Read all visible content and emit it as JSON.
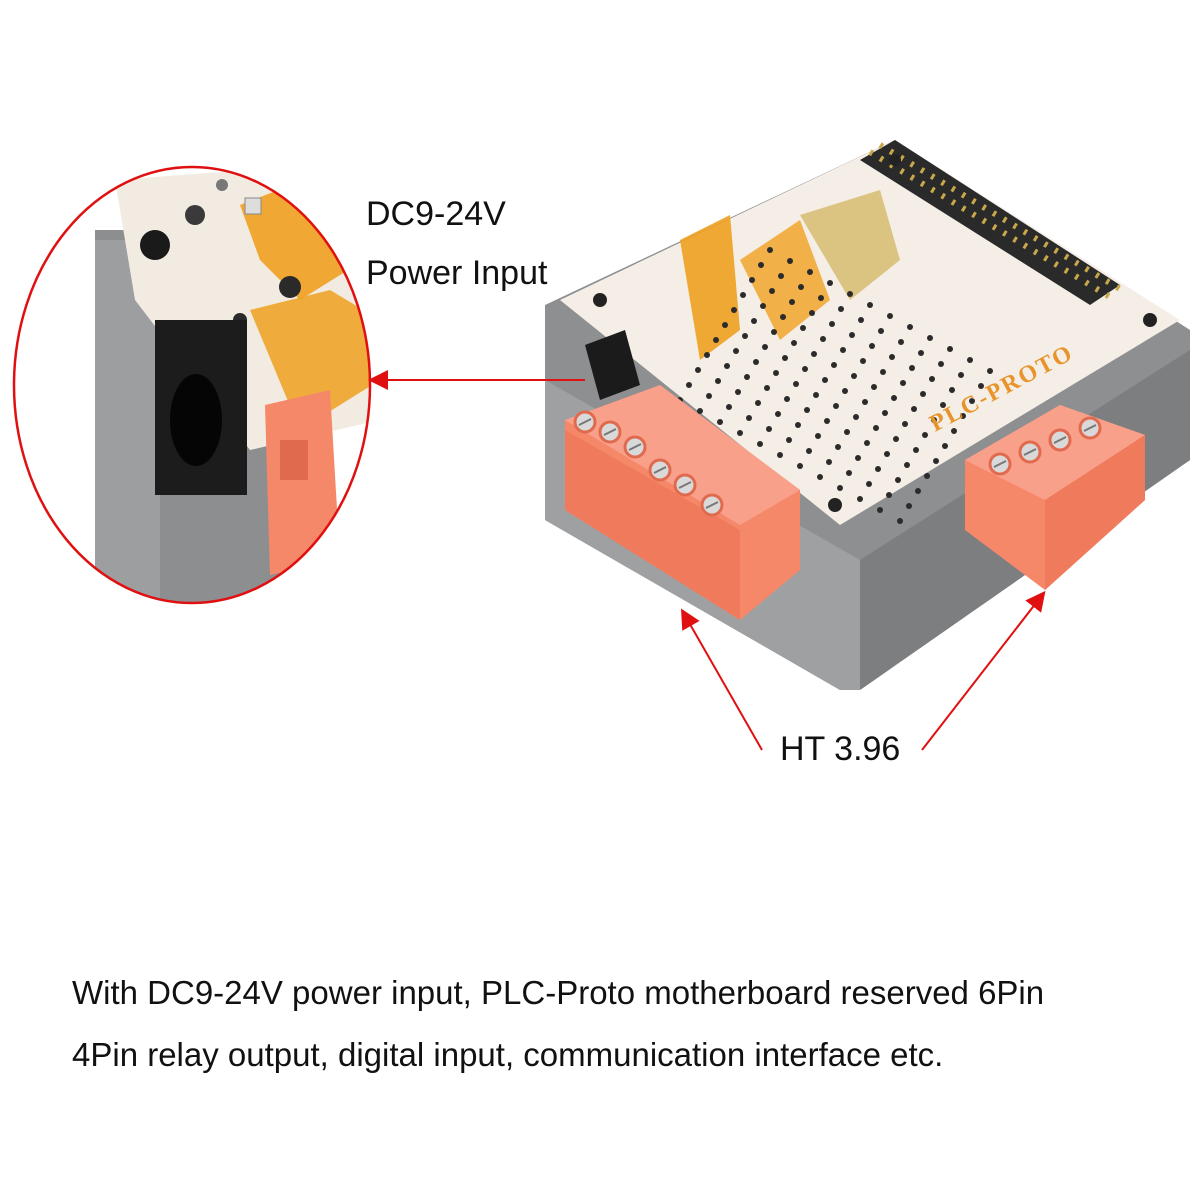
{
  "callouts": {
    "power_line1": "DC9-24V",
    "power_line2": "Power Input",
    "terminal": "HT 3.96"
  },
  "board": {
    "silkscreen": "PLC-PROTO"
  },
  "description": {
    "line1": "With DC9-24V power input, PLC-Proto motherboard reserved 6Pin",
    "line2": "4Pin relay output, digital input, communication interface etc."
  },
  "colors": {
    "arrow": "#e01010",
    "case": "#8f9092",
    "pcb": "#f4eee6",
    "trace": "#f0a020",
    "terminal_block": "#f6886a"
  }
}
